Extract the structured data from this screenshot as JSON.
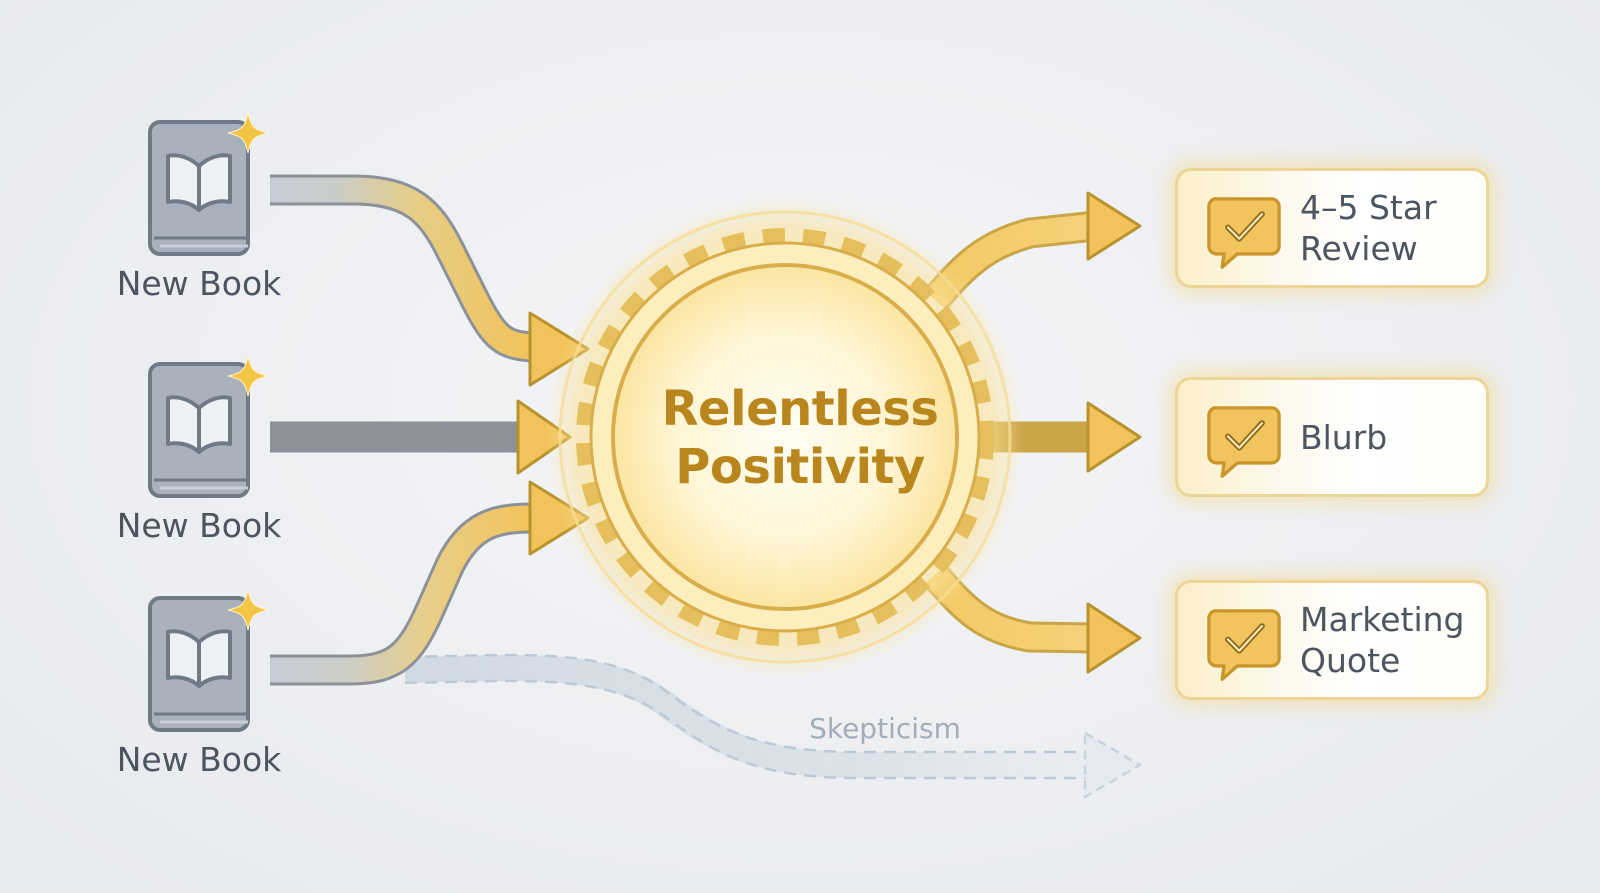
{
  "inputs": [
    {
      "label": "New Book",
      "icon": "book-icon"
    },
    {
      "label": "New Book",
      "icon": "book-icon"
    },
    {
      "label": "New Book",
      "icon": "book-icon"
    }
  ],
  "hub": {
    "line1": "Relentless",
    "line2": "Positivity",
    "icon": "gear-icon"
  },
  "outputs": [
    {
      "line1": "4–5 Star",
      "line2": "Review",
      "icon": "check-speech-bubble-icon"
    },
    {
      "line1": "Blurb",
      "line2": "",
      "icon": "check-speech-bubble-icon"
    },
    {
      "line1": "Marketing",
      "line2": "Quote",
      "icon": "check-speech-bubble-icon"
    }
  ],
  "rejected_path": {
    "label": "Skepticism"
  },
  "colors": {
    "gold": "#f2c35a",
    "gold_dark": "#b8861d",
    "grey_book": "#a8b1bc",
    "grey_outline": "#707a86",
    "skeptic_blue": "#aebdcc"
  }
}
